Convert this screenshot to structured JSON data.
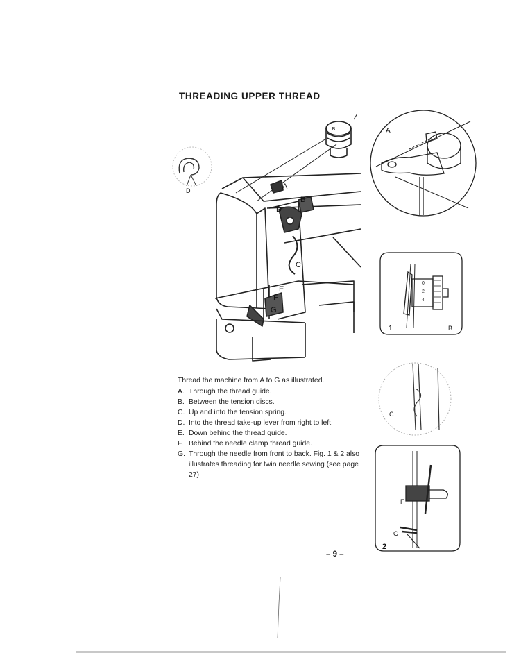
{
  "title": "THREADING UPPER THREAD",
  "intro": "Thread the machine from A to G as illustrated.",
  "steps": [
    {
      "key": "A.",
      "text": "Through the thread guide."
    },
    {
      "key": "B.",
      "text": "Between the tension discs."
    },
    {
      "key": "C.",
      "text": "Up and into the tension spring."
    },
    {
      "key": "D.",
      "text": "Into the thread take-up lever from right to left."
    },
    {
      "key": "E.",
      "text": "Down behind the thread guide."
    },
    {
      "key": "F.",
      "text": "Behind the needle clamp thread guide."
    },
    {
      "key": "G.",
      "text": "Through the needle from front to back. Fig. 1 & 2 also illustrates threading for twin needle sewing (see page 27)"
    }
  ],
  "page_number": "– 9 –",
  "figure_labels": {
    "spool": "B",
    "a": "A",
    "b": "B",
    "c": "C",
    "d": "D",
    "e": "E",
    "f": "F",
    "g": "G",
    "detail_d": "D",
    "detail_a": "A",
    "fig1_num": "1",
    "fig1_b": "B",
    "detail_c": "C",
    "detail_f": "F",
    "detail_g": "G",
    "fig2_num": "2"
  }
}
